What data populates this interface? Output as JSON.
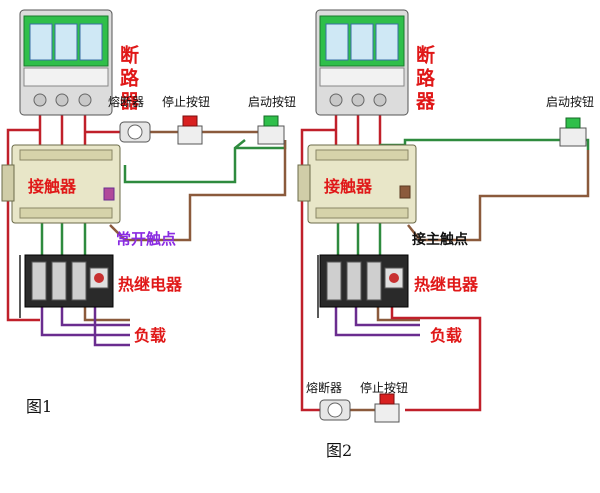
{
  "figure1": {
    "breaker_label": "断路器",
    "fuse_label": "熔断器",
    "stop_button_label": "停止按钮",
    "start_button_label": "启动按钮",
    "contactor_label": "接触器",
    "no_contact_label": "常开触点",
    "thermal_relay_label": "热继电器",
    "load_label": "负载",
    "caption": "图1"
  },
  "figure2": {
    "breaker_label": "断路器",
    "start_button_label": "启动按钮",
    "contactor_label": "接触器",
    "main_contact_label": "接主触点",
    "thermal_relay_label": "热继电器",
    "load_label": "负载",
    "fuse_label": "熔断器",
    "stop_button_label": "停止按钮",
    "caption": "图2"
  },
  "colors": {
    "phase_red": "#c0202a",
    "neutral_green": "#2e8b3e",
    "control_brown": "#8b5a3c",
    "load_purple": "#6a2d8f",
    "label_red": "#e01818",
    "breaker_green": "#2fbf4a",
    "contactor_body": "#e8e6c8"
  }
}
